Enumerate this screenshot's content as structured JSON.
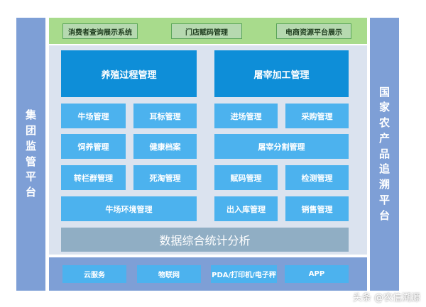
{
  "left_platform": "集团监管平台",
  "right_platform": "国家农产品追溯平台",
  "top_systems": [
    "消费者查询展示系统",
    "门店赋码管理",
    "电商资源平台展示"
  ],
  "left_panel": {
    "header": "养殖过程管理",
    "rows": [
      [
        "牛场管理",
        "耳标管理"
      ],
      [
        "饲养管理",
        "健康档案"
      ],
      [
        "转栏群管理",
        "死淘管理"
      ]
    ],
    "wide": "牛场环境管理"
  },
  "right_panel": {
    "header": "屠宰加工管理",
    "row1": [
      "进场管理",
      "采购管理"
    ],
    "wide": "屠宰分割管理",
    "row3": [
      "赋码管理",
      "检测管理"
    ],
    "row4": [
      "出入库管理",
      "销售管理"
    ]
  },
  "stats_bar": "数据综合统计分析",
  "bottom_items": [
    "云服务",
    "物联网",
    "PDA/打印机/电子秤",
    "APP"
  ],
  "watermark": "头条 @农信溯源",
  "colors": {
    "side_blue": "#7e9fd6",
    "top_green": "#a8db8c",
    "header_blue": "#0e8ed8",
    "cell_blue": "#4cb2ee",
    "stats_gray": "#90aec4"
  }
}
